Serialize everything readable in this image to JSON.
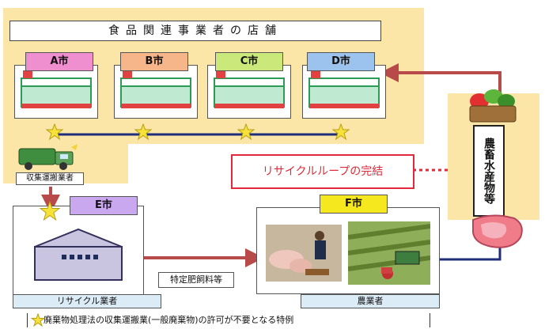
{
  "header": {
    "title": "食品関連事業者の店舗"
  },
  "stores": [
    {
      "city": "A市",
      "tab_color": "#f08fd0"
    },
    {
      "city": "B市",
      "tab_color": "#f7b58a"
    },
    {
      "city": "C市",
      "tab_color": "#cbe87a"
    },
    {
      "city": "D市",
      "tab_color": "#9cc3ee"
    }
  ],
  "collector": {
    "label": "収集運搬業者"
  },
  "recycler": {
    "city": "E市",
    "tab_color": "#c9a8ef",
    "label": "リサイクル業者"
  },
  "farmer": {
    "city": "F市",
    "tab_color": "#f5e81e",
    "label": "農業者"
  },
  "products": {
    "label": "特定肥飼料等"
  },
  "loop": {
    "label": "リサイクルループの完結"
  },
  "produce": {
    "label": "農畜水産物等"
  },
  "footnote": {
    "text": "廃棄物処理法の収集運搬業(一般廃棄物)の許可が不要となる特例"
  },
  "colors": {
    "panel": "#fbe6a8",
    "arrow": "#b94a4a",
    "navy_line": "#1f2d7a",
    "loop_red": "#e0293a",
    "star": "#f7e23a"
  }
}
